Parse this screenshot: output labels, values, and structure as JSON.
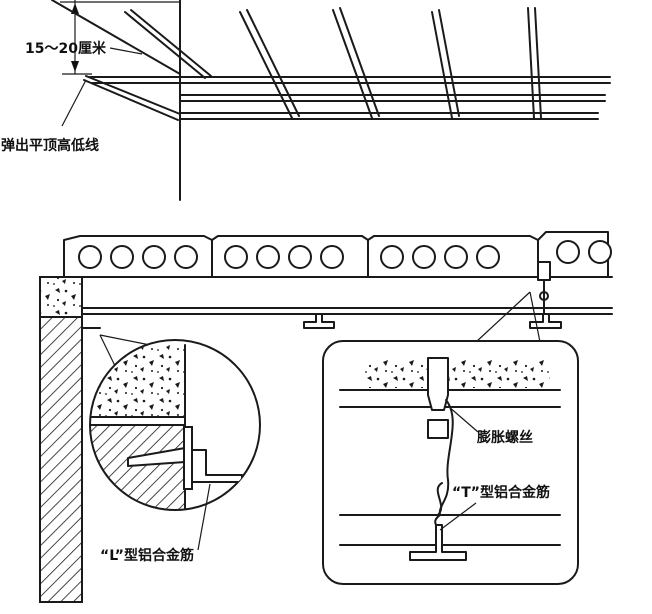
{
  "labels": {
    "height_range": "15～20厘米",
    "chalk_line": "弹出平顶高低线",
    "expansion_screw": "膨胀螺丝",
    "t_profile": "“T”型铝合金筋",
    "l_profile": "“L”型铝合金筋"
  },
  "colors": {
    "ink": "#1a1a1a",
    "paper": "#ffffff"
  }
}
